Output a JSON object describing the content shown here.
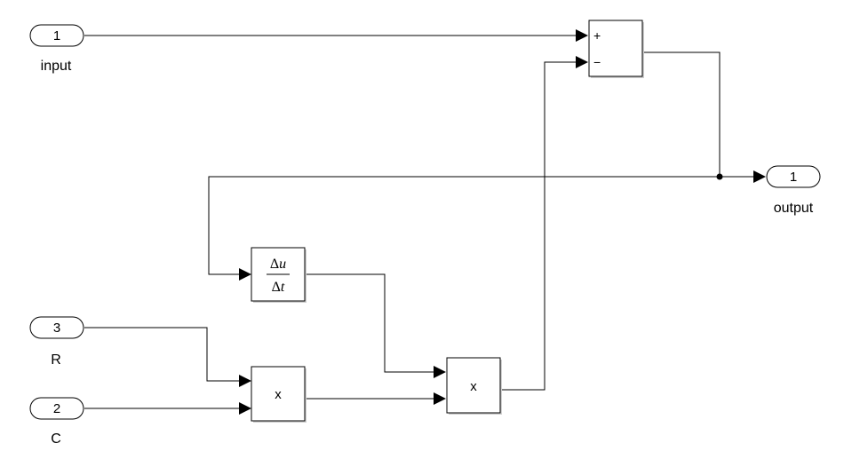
{
  "ports": {
    "in_input": {
      "number": "1",
      "label": "input"
    },
    "in_R": {
      "number": "3",
      "label": "R"
    },
    "in_C": {
      "number": "2",
      "label": "C"
    },
    "out_output": {
      "number": "1",
      "label": "output"
    }
  },
  "blocks": {
    "sum": {
      "plus": "+",
      "minus": "−"
    },
    "derivative": {
      "numerator": [
        "Δ",
        "u"
      ],
      "denominator": [
        "Δ",
        "t"
      ]
    },
    "product_rc": {
      "label": "x"
    },
    "product_main": {
      "label": "x"
    }
  }
}
